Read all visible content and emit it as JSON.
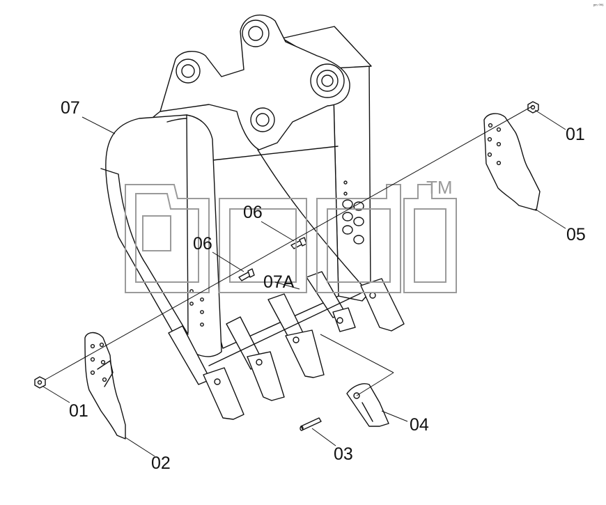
{
  "watermark": {
    "mark": "TM"
  },
  "corner_note": "ᵖᵐ ⁰⁰⁶",
  "callouts": {
    "c01_right": "01",
    "c05": "05",
    "c07": "07",
    "c06_upper": "06",
    "c06_lower": "06",
    "c07a": "07A",
    "c01_left": "01",
    "c02": "02",
    "c03": "03",
    "c04": "04"
  }
}
